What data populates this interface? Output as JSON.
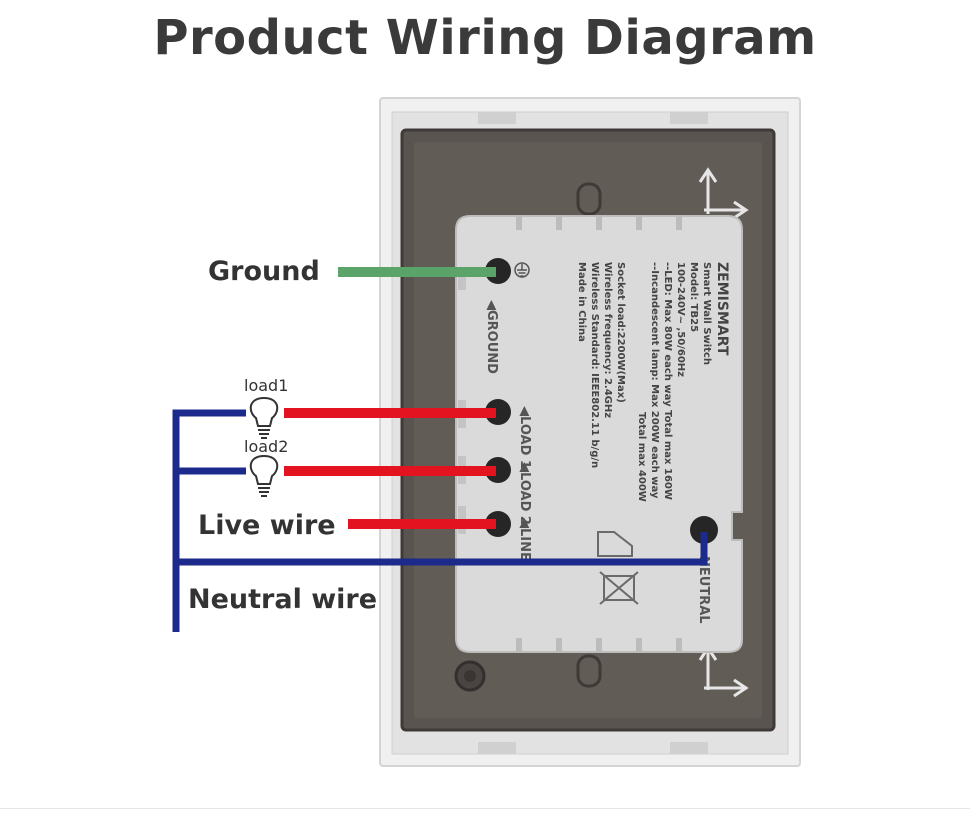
{
  "title": "Product Wiring Diagram",
  "labels": {
    "ground": "Ground",
    "live_wire": "Live wire",
    "neutral_wire": "Neutral wire",
    "load1": "load1",
    "load2": "load2"
  },
  "terminals": {
    "ground": "◀GROUND",
    "load1": "◀LOAD 1",
    "load2": "◀LOAD 2",
    "line": "◀LINE",
    "neutral": "NEUTRAL"
  },
  "product_label": {
    "brand": "ZEMISMART",
    "lines": [
      "Smart Wall Switch",
      "Model: TB25",
      "100-240V~ ,50/60Hz",
      "--LED: Max 80W each way  Total max 160W",
      "--Incandescent lamp: Max 200W each way",
      "Total max 400W",
      "Socket load:2200W(Max)",
      "Wireless frequency: 2.4GHz",
      "Wireless Standard: IEEE802.11 b/g/n",
      "Made in China"
    ]
  },
  "colors": {
    "ground_wire": "#5aa469",
    "live_wire": "#e3141f",
    "neutral_wire": "#1c2a8c",
    "housing": "#5a5450",
    "plate": "#dadada",
    "frame": "#eeeeee"
  }
}
